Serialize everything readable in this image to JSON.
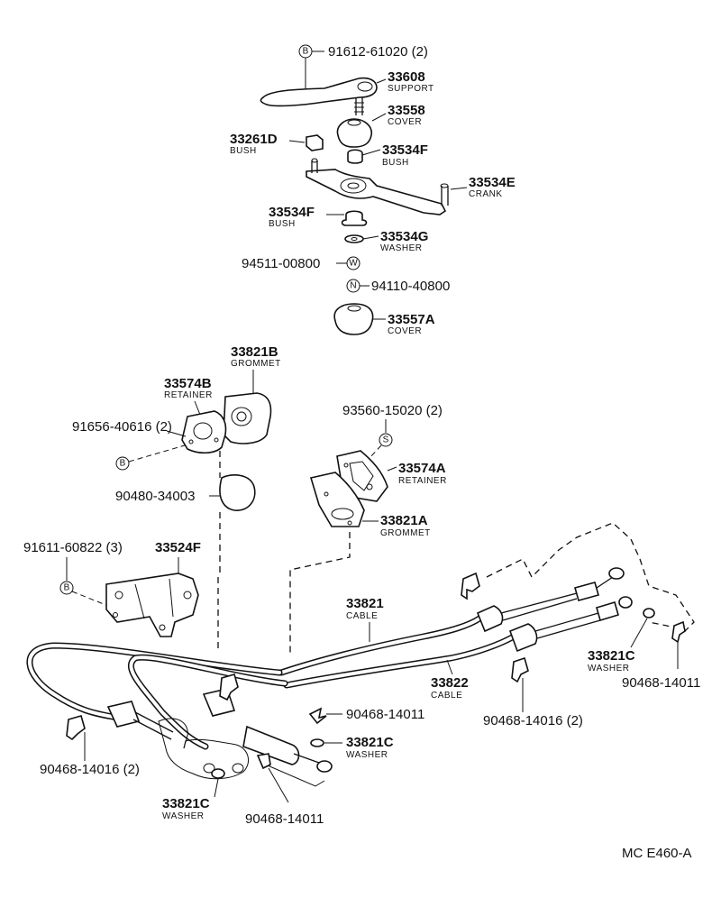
{
  "labels": {
    "p1": {
      "num": "91612-61020",
      "qty": "(2)",
      "symbol": "B"
    },
    "p2": {
      "num": "33608",
      "desc": "SUPPORT"
    },
    "p3": {
      "num": "33558",
      "desc": "COVER"
    },
    "p4": {
      "num": "33261D",
      "desc": "BUSH"
    },
    "p5": {
      "num": "33534F",
      "desc": "BUSH"
    },
    "p6": {
      "num": "33534E",
      "desc": "CRANK"
    },
    "p7": {
      "num": "33534F",
      "desc": "BUSH"
    },
    "p8": {
      "num": "33534G",
      "desc": "WASHER"
    },
    "p9": {
      "num": "94511-00800",
      "symbol": "W"
    },
    "p10": {
      "num": "94110-40800",
      "symbol": "N"
    },
    "p11": {
      "num": "33557A",
      "desc": "COVER"
    },
    "p12": {
      "num": "33821B",
      "desc": "GROMMET"
    },
    "p13": {
      "num": "33574B",
      "desc": "RETAINER"
    },
    "p14": {
      "num": "91656-40616",
      "qty": "(2)",
      "symbol": "B"
    },
    "p15": {
      "num": "93560-15020",
      "qty": "(2)",
      "symbol": "S"
    },
    "p16": {
      "num": "33574A",
      "desc": "RETAINER"
    },
    "p17": {
      "num": "90480-34003"
    },
    "p18": {
      "num": "33821A",
      "desc": "GROMMET"
    },
    "p19": {
      "num": "91611-60822",
      "qty": "(3)",
      "symbol": "B"
    },
    "p20": {
      "num": "33524F"
    },
    "p21": {
      "num": "33821",
      "desc": "CABLE"
    },
    "p22": {
      "num": "33822",
      "desc": "CABLE"
    },
    "p23": {
      "num": "33821C",
      "desc": "WASHER"
    },
    "p24": {
      "num": "90468-14011"
    },
    "p25": {
      "num": "90468-14016",
      "qty": "(2)"
    },
    "p26": {
      "num": "90468-14011"
    },
    "p27": {
      "num": "33821C",
      "desc": "WASHER"
    },
    "p28": {
      "num": "90468-14016",
      "qty": "(2)"
    },
    "p29": {
      "num": "33821C",
      "desc": "WASHER"
    },
    "p30": {
      "num": "90468-14011"
    }
  },
  "reference": "MC E460-A"
}
